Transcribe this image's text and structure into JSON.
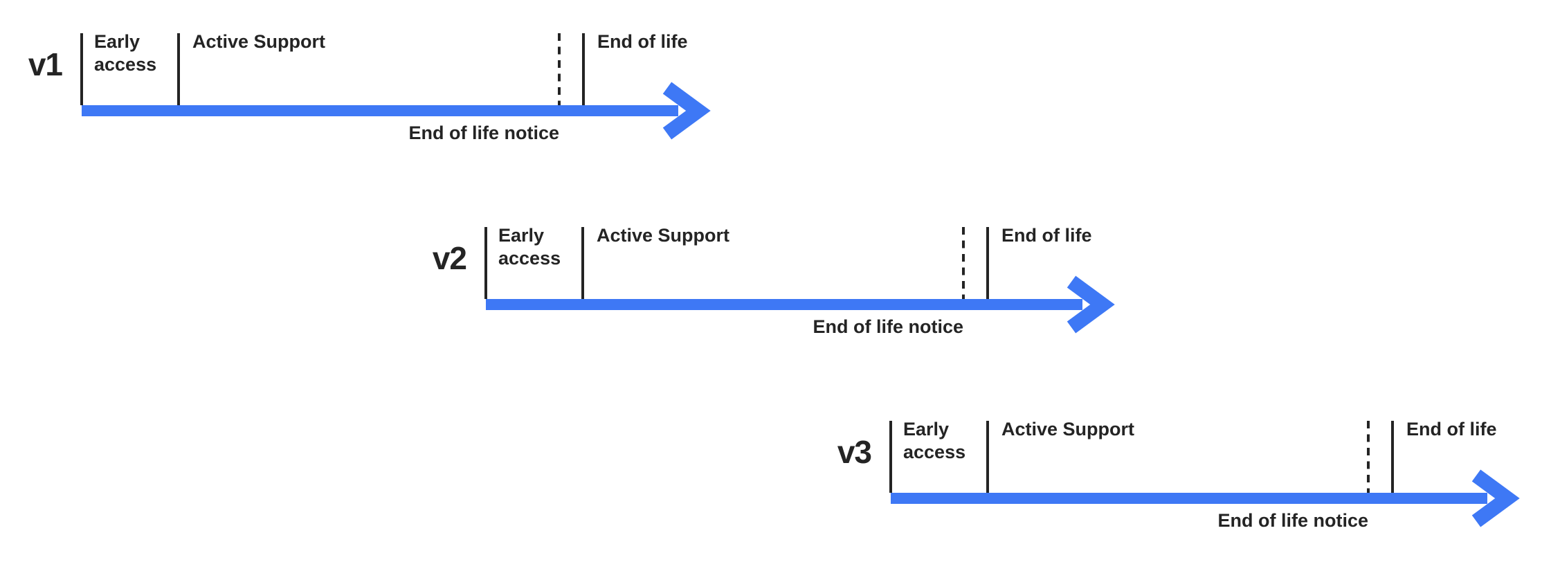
{
  "colors": {
    "background": "#FFFFFF",
    "ink": "#242424",
    "arrow": "#3E78F5"
  },
  "timelines": [
    {
      "version": "v1",
      "phases": {
        "early_access": "Early access",
        "active_support": "Active Support",
        "end_of_life": "End of life"
      },
      "arrow_label": "End of life notice"
    },
    {
      "version": "v2",
      "phases": {
        "early_access": "Early access",
        "active_support": "Active Support",
        "end_of_life": "End of life"
      },
      "arrow_label": "End of life notice"
    },
    {
      "version": "v3",
      "phases": {
        "early_access": "Early access",
        "active_support": "Active Support",
        "end_of_life": "End of life"
      },
      "arrow_label": "End of life notice"
    }
  ]
}
